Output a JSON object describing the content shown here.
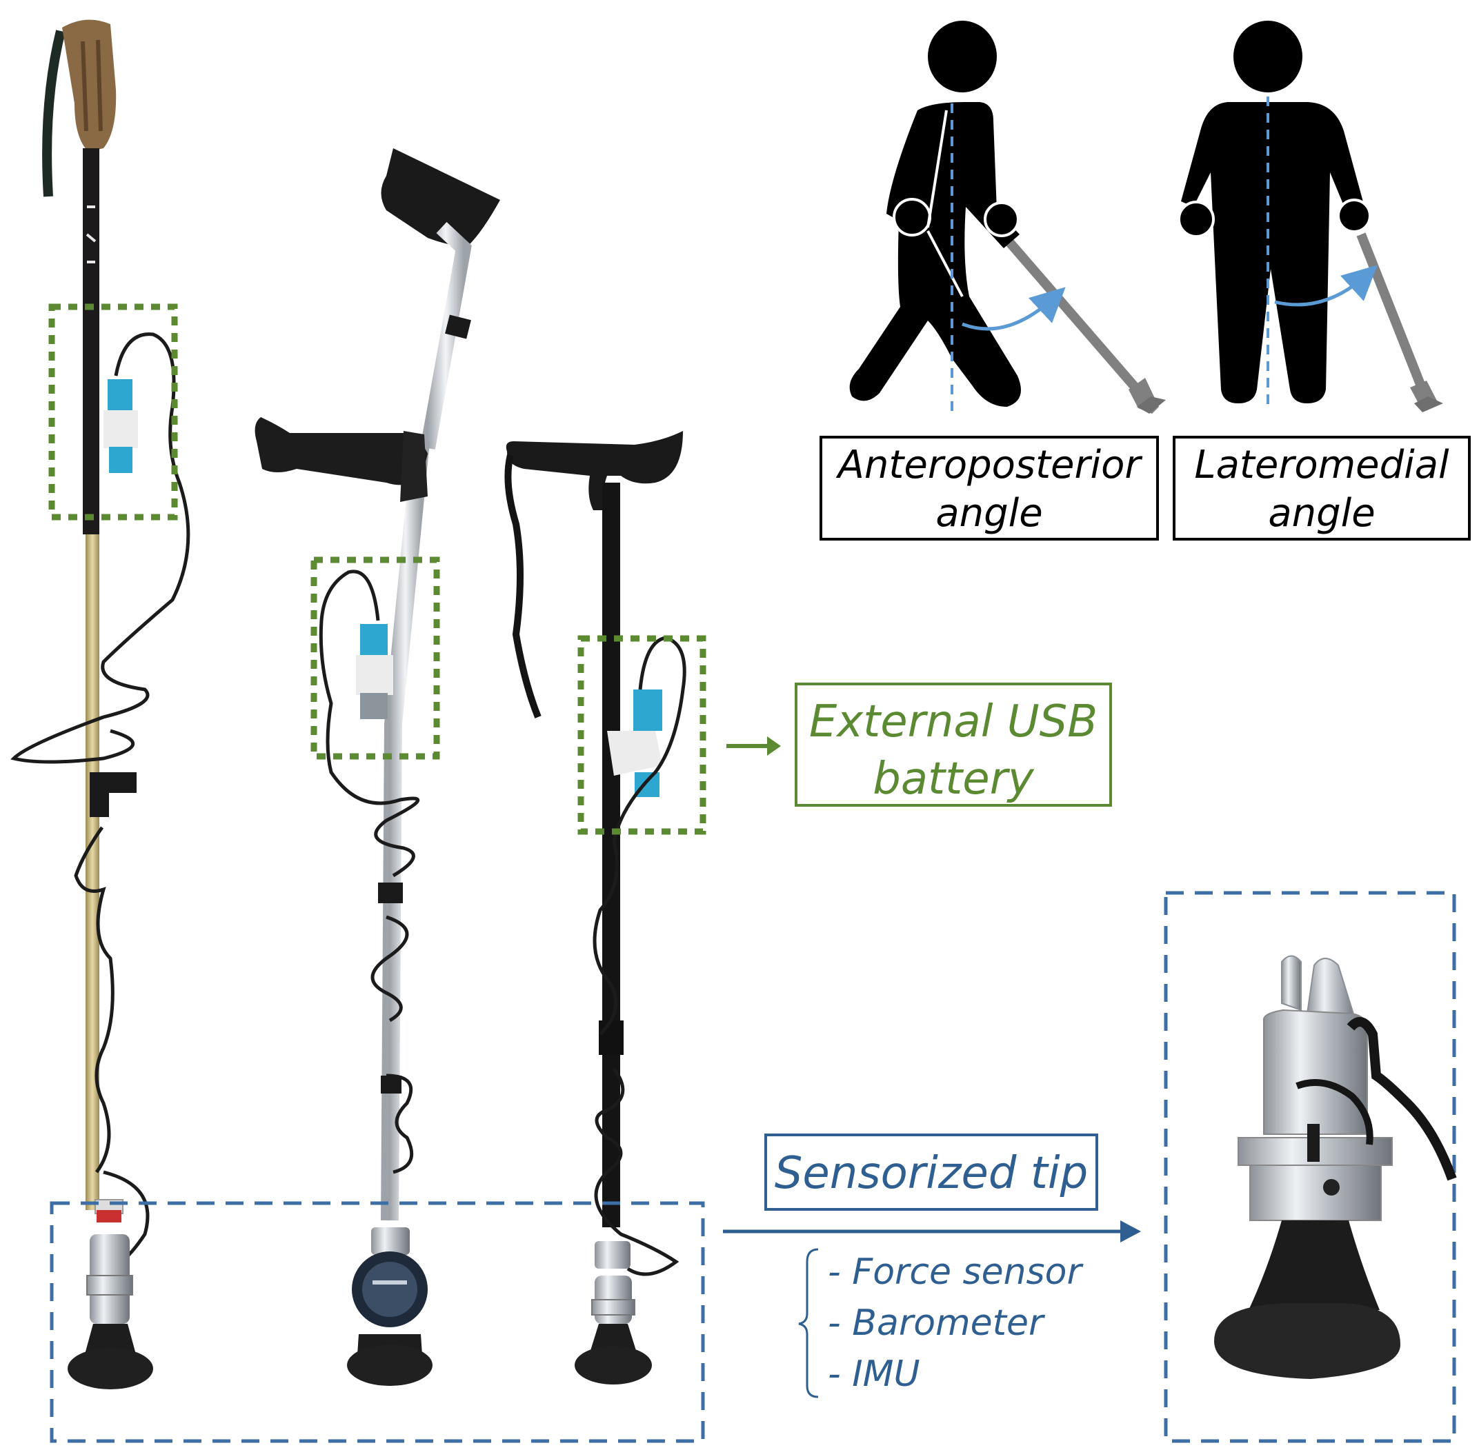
{
  "labels": {
    "anteroposterior": [
      "Anteroposterior",
      "angle"
    ],
    "lateromedial": [
      "Lateromedial",
      "angle"
    ],
    "battery": [
      "External USB",
      "battery"
    ],
    "tip": "Sensorized tip"
  },
  "sensors": [
    "- Force sensor",
    "- Barometer",
    "- IMU"
  ],
  "colors": {
    "battery_green": "#5b8a33",
    "tip_blue": "#2f5f91",
    "angle_blue": "#5b9bd5",
    "silhouette": "#000000",
    "cane_gray": "#808080"
  },
  "icons": [
    "walking-person-icon",
    "standing-person-icon",
    "crutch-icon",
    "cane-icon",
    "trekking-pole-icon",
    "sensorized-tip-icon"
  ]
}
